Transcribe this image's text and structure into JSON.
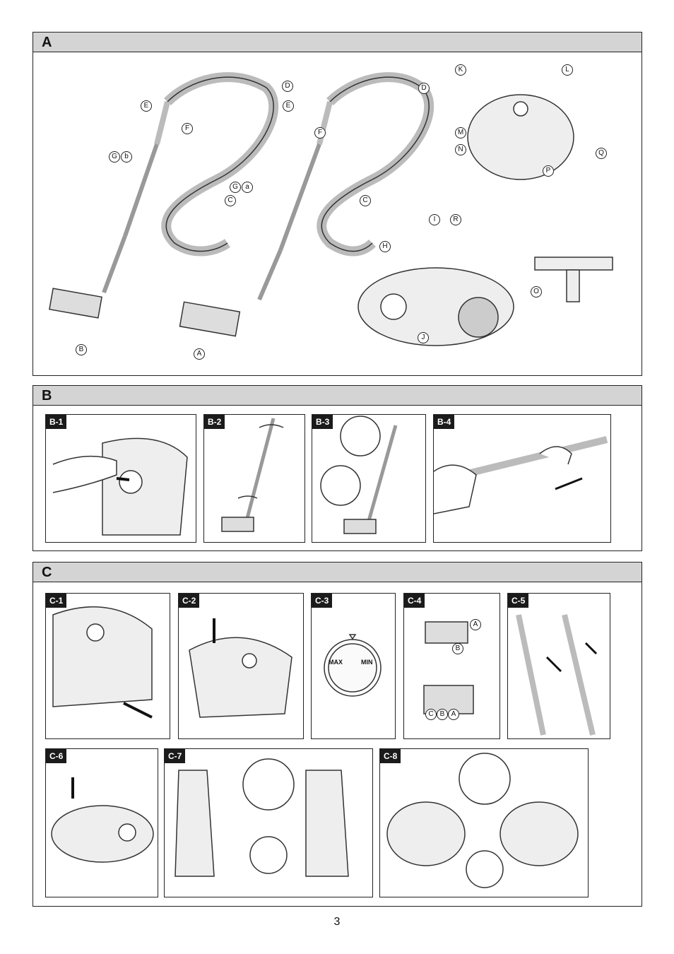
{
  "sections": {
    "a": {
      "title": "A",
      "callouts": [
        "A",
        "B",
        "C",
        "C",
        "D",
        "D",
        "E",
        "E",
        "F",
        "F",
        "G",
        "b",
        "G",
        "a",
        "H",
        "I",
        "J",
        "K",
        "L",
        "M",
        "N",
        "O",
        "P",
        "Q",
        "R"
      ]
    },
    "b": {
      "title": "B",
      "panels": [
        "B-1",
        "B-2",
        "B-3",
        "B-4"
      ]
    },
    "c": {
      "title": "C",
      "panels": [
        "C-1",
        "C-2",
        "C-3",
        "C-4",
        "C-5",
        "C-6",
        "C-7",
        "C-8"
      ],
      "dial": {
        "min": "MIN",
        "max": "MAX"
      },
      "c4_labels": [
        "A",
        "B",
        "C",
        "B",
        "A"
      ]
    }
  },
  "page_number": "3"
}
